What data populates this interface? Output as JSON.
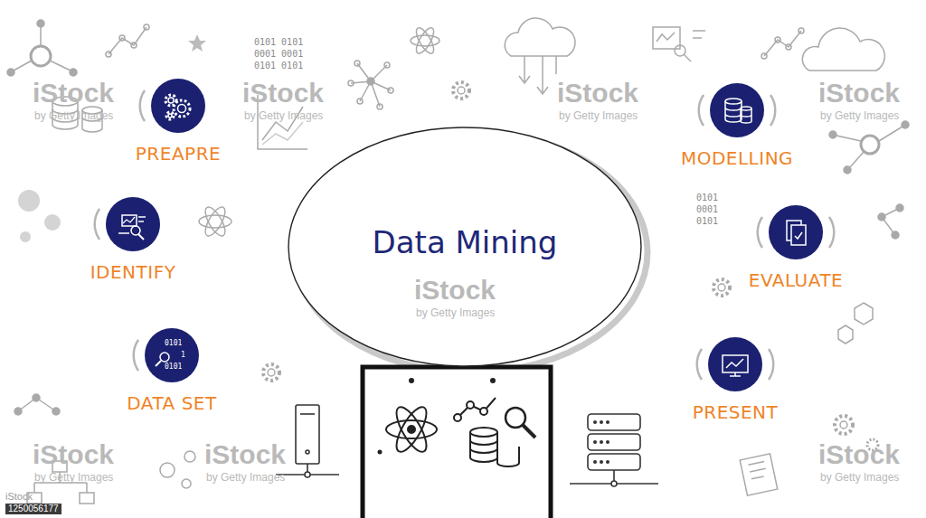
{
  "diagram": {
    "nodes": [
      {
        "text": [
          "PREAPRE"
        ]
      },
      {
        "text": [
          "IDENTIFY"
        ]
      },
      {
        "text": [
          "DATA SET"
        ]
      },
      {
        "text": [
          "Data Mining"
        ]
      },
      {
        "text": [
          "MODELLING"
        ]
      },
      {
        "text": [
          "EVALUATE"
        ]
      },
      {
        "text": [
          "PRESENT"
        ]
      }
    ],
    "labels": [
      "0101 0101",
      "0001 0001",
      "0101 0101",
      "0101",
      "0001",
      "0101",
      "0101",
      "1",
      "0101",
      "iStock",
      "by Getty Images",
      "iStock",
      "by Getty Images",
      "iStock",
      "by Getty Images",
      "iStock",
      "by Getty Images",
      "iStock",
      "by Getty Images",
      "iStock",
      "by Getty Images",
      "iStock",
      "by Getty Images",
      "iStock",
      "by Getty Images",
      "iStock",
      "1250056177"
    ]
  }
}
